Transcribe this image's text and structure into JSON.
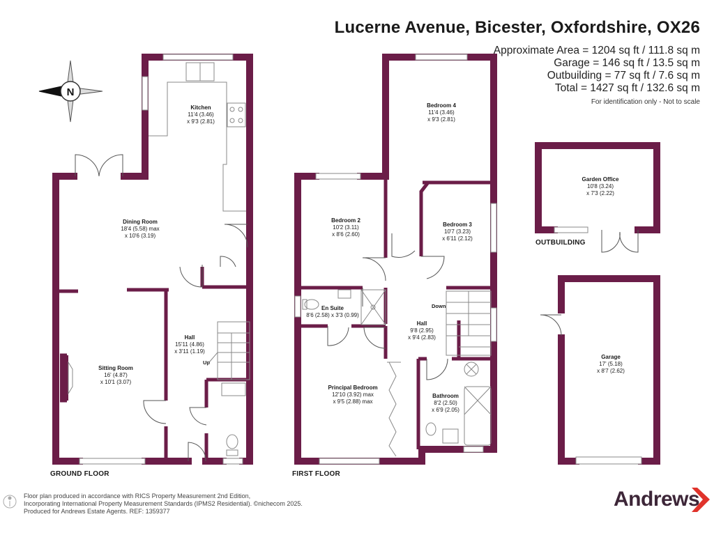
{
  "header": {
    "address": "Lucerne Avenue, Bicester, Oxfordshire, OX26",
    "areas": [
      "Approximate Area = 1204 sq ft / 111.8 sq m",
      "Garage = 146 sq ft / 13.5 sq m",
      "Outbuilding = 77 sq ft / 7.6 sq m",
      "Total = 1427 sq ft / 132.6 sq m"
    ],
    "note": "For identification only - Not to scale"
  },
  "compass": {
    "letter": "N"
  },
  "colors": {
    "wall": "#6b1d48",
    "fixture": "#888888",
    "brand": "#3d2638",
    "brand_accent": "#e0332b"
  },
  "rooms": {
    "kitchen": {
      "name": "Kitchen",
      "dim1": "11'4 (3.46)",
      "dim2": "x 9'3 (2.81)"
    },
    "dining": {
      "name": "Dining Room",
      "dim1": "18'4 (5.58) max",
      "dim2": "x 10'6 (3.19)"
    },
    "hall_ground": {
      "name": "Hall",
      "dim1": "15'11 (4.86)",
      "dim2": "x 3'11 (1.19)"
    },
    "sitting": {
      "name": "Sitting Room",
      "dim1": "16' (4.87)",
      "dim2": "x 10'1 (3.07)"
    },
    "bedroom4": {
      "name": "Bedroom 4",
      "dim1": "11'4 (3.46)",
      "dim2": "x 9'3 (2.81)"
    },
    "bedroom2": {
      "name": "Bedroom 2",
      "dim1": "10'2 (3.11)",
      "dim2": "x 8'6 (2.60)"
    },
    "bedroom3": {
      "name": "Bedroom 3",
      "dim1": "10'7 (3.23)",
      "dim2": "x 6'11 (2.12)"
    },
    "ensuite": {
      "name": "En Suite",
      "dim1": "8'6 (2.58) x 3'3 (0.99)"
    },
    "hall_first": {
      "name": "Hall",
      "dim1": "9'8 (2.95)",
      "dim2": "x 9'4 (2.83)"
    },
    "principal": {
      "name": "Principal Bedroom",
      "dim1": "12'10 (3.92) max",
      "dim2": "x 9'5 (2.88) max"
    },
    "bathroom": {
      "name": "Bathroom",
      "dim1": "8'2 (2.50)",
      "dim2": "x 6'9 (2.05)"
    },
    "garden_office": {
      "name": "Garden Office",
      "dim1": "10'8 (3.24)",
      "dim2": "x 7'3 (2.22)"
    },
    "garage": {
      "name": "Garage",
      "dim1": "17' (5.18)",
      "dim2": "x 8'7 (2.62)"
    }
  },
  "stair_labels": {
    "up": "Up",
    "down": "Down"
  },
  "floors": {
    "ground": "GROUND FLOOR",
    "first": "FIRST FLOOR",
    "outbuilding": "OUTBUILDING"
  },
  "footer": {
    "line1": "Floor plan produced in accordance with RICS Property Measurement 2nd Edition,",
    "line2": "Incorporating International Property Measurement Standards (IPMS2 Residential).  ©nichecom 2025.",
    "line3": "Produced for Andrews Estate Agents.   REF: 1359377"
  },
  "brand": {
    "name": "Andrews"
  }
}
